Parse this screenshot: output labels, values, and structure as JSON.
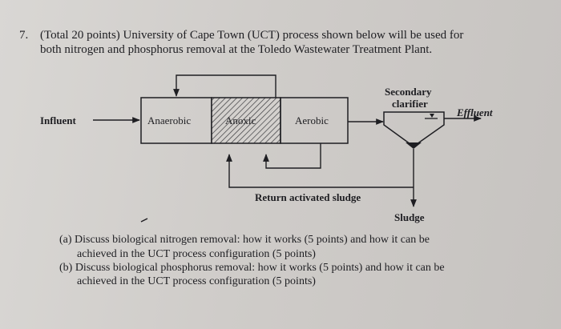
{
  "question": {
    "number": "7.",
    "line1": "(Total 20 points) University of Cape Town (UCT) process shown below will be used for",
    "line2": "both nitrogen and phosphorus removal at the Toledo Wastewater Treatment Plant."
  },
  "diagram": {
    "influent": "Influent",
    "anaerobic": "Anaerobic",
    "anoxic": "Anoxic",
    "aerobic": "Aerobic",
    "clarifier_line1": "Secondary",
    "clarifier_line2": "clarifier",
    "effluent": "Effluent",
    "return_sludge": "Return activated sludge",
    "sludge": "Sludge"
  },
  "parts": {
    "a_line1": "(a) Discuss biological nitrogen removal: how it works (5 points) and how it can be",
    "a_line2": "achieved in the UCT process configuration (5 points)",
    "b_line1": "(b) Discuss biological phosphorus removal: how it works (5 points) and how it can be",
    "b_line2": "achieved in the UCT process configuration (5 points)"
  }
}
